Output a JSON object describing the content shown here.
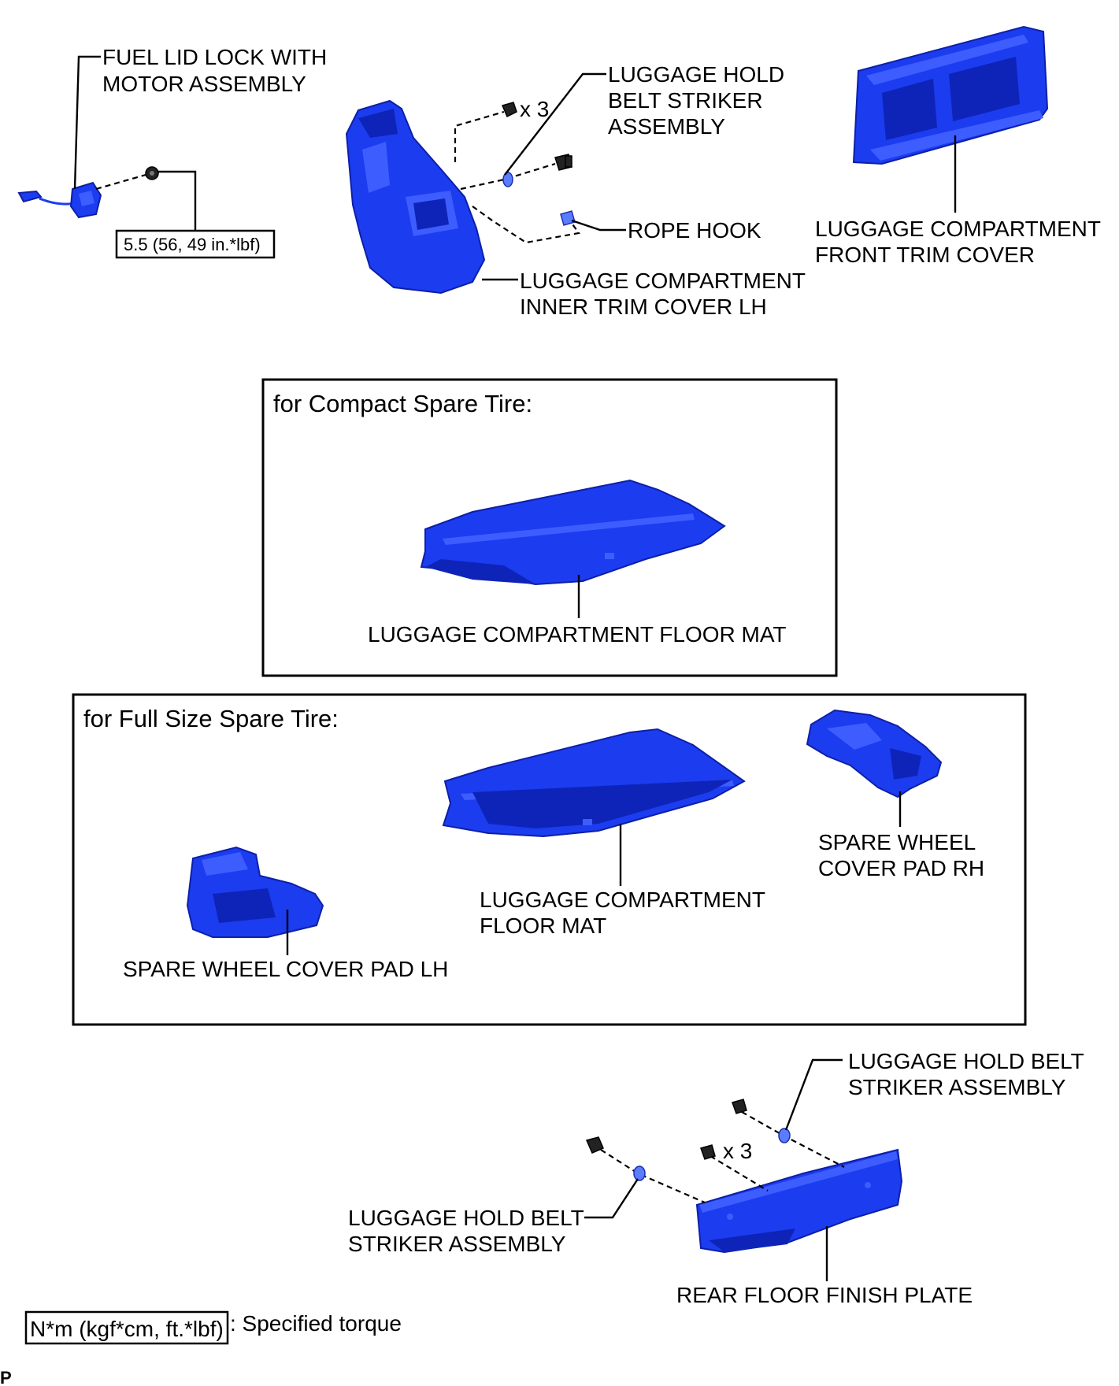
{
  "labels": {
    "fuel_lid_lock": [
      "FUEL LID LOCK WITH",
      "MOTOR ASSEMBLY"
    ],
    "torque_value": "5.5 (56, 49 in.*lbf)",
    "qty_top": "x 3",
    "striker_top": [
      "LUGGAGE HOLD",
      "BELT STRIKER",
      "ASSEMBLY"
    ],
    "rope_hook": "ROPE HOOK",
    "inner_trim": [
      "LUGGAGE COMPARTMENT",
      "INNER TRIM COVER LH"
    ],
    "front_trim": [
      "LUGGAGE COMPARTMENT",
      "FRONT TRIM COVER"
    ],
    "compact_title": "for Compact Spare Tire:",
    "compact_floor_mat": "LUGGAGE COMPARTMENT FLOOR MAT",
    "full_title": "for Full Size Spare Tire:",
    "full_floor_mat": [
      "LUGGAGE COMPARTMENT",
      "FLOOR MAT"
    ],
    "pad_rh": [
      "SPARE WHEEL",
      "COVER PAD RH"
    ],
    "pad_lh": "SPARE WHEEL COVER PAD LH",
    "striker_right": [
      "LUGGAGE HOLD BELT",
      "STRIKER ASSEMBLY"
    ],
    "striker_left": [
      "LUGGAGE HOLD BELT",
      "STRIKER ASSEMBLY"
    ],
    "qty_bottom": "x 3",
    "rear_plate": "REAR FLOOR FINISH PLATE",
    "legend_unit": "N*m (kgf*cm, ft.*lbf)",
    "legend_desc": ": Specified torque",
    "corner_mark": "P"
  },
  "colors": {
    "part_blue": "#1c3cf0",
    "part_dark": "#0e24b8",
    "part_light": "#3d5dff"
  }
}
